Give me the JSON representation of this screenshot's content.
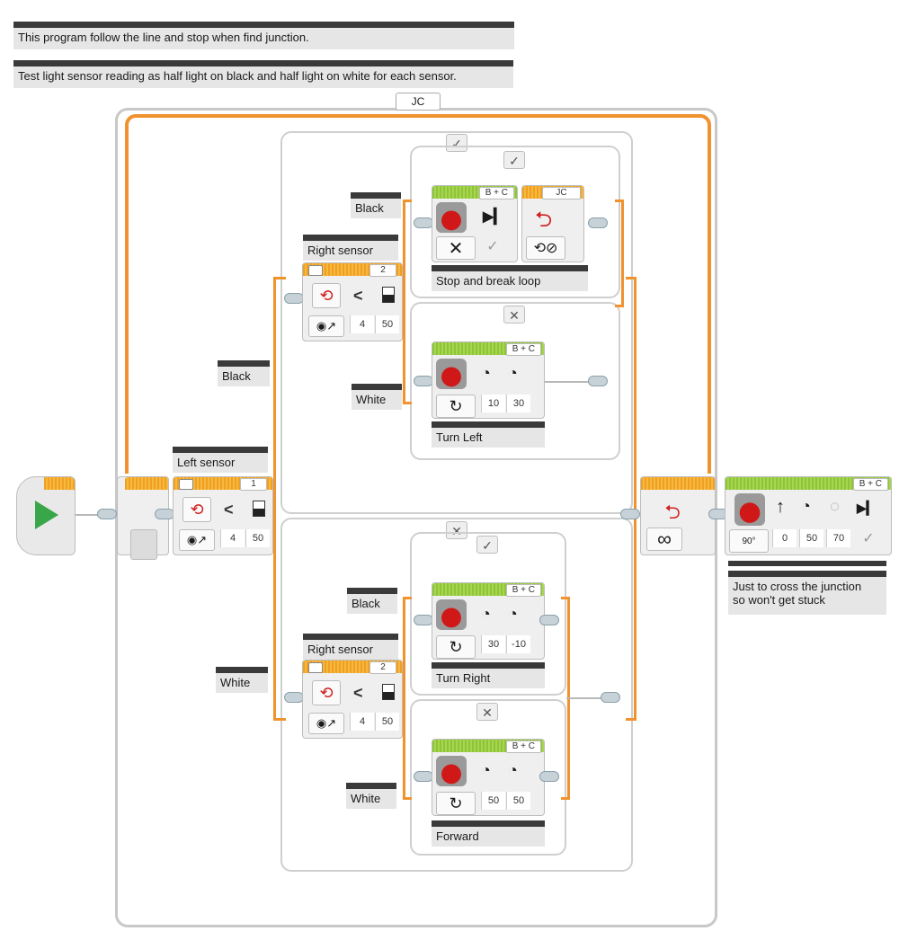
{
  "comments": {
    "top1": "This program follow the line and stop when find junction.",
    "top2": "Test light sensor reading as half light on black and half light on white for each sensor.",
    "left_sensor": "Left sensor",
    "left_black": "Black",
    "left_white": "White",
    "right_sensor_top": "Right sensor",
    "right_sensor_bottom": "Right sensor",
    "top_black": "Black",
    "top_white": "White",
    "bottom_black": "Black",
    "bottom_white": "White",
    "stop_break": "Stop and break loop",
    "turn_left": "Turn Left",
    "turn_right": "Turn Right",
    "forward": "Forward",
    "junction": "Just to cross the junction\nso won't get stuck"
  },
  "loop": {
    "name": "JC",
    "infinity_symbol": "∞"
  },
  "switches": {
    "left": {
      "port": "1",
      "op": "<",
      "mode_val": "4",
      "threshold": "50"
    },
    "right_top": {
      "port": "2",
      "op": "<",
      "mode_val": "4",
      "threshold": "50"
    },
    "right_bottom": {
      "port": "2",
      "op": "<",
      "mode_val": "4",
      "threshold": "50"
    }
  },
  "case_marks": {
    "check": "✓",
    "cross": "✕"
  },
  "blocks": {
    "stop_move": {
      "ports": "B + C"
    },
    "loop_interrupt": {
      "name": "JC"
    },
    "turn_left_move": {
      "ports": "B + C",
      "v1": "10",
      "v2": "30"
    },
    "turn_right_move": {
      "ports": "B + C",
      "v1": "30",
      "v2": "-10"
    },
    "forward_move": {
      "ports": "B + C",
      "v1": "50",
      "v2": "50"
    },
    "final_move": {
      "ports": "B + C",
      "v0": "0",
      "v1": "50",
      "v2": "70",
      "deg": "90°"
    }
  }
}
